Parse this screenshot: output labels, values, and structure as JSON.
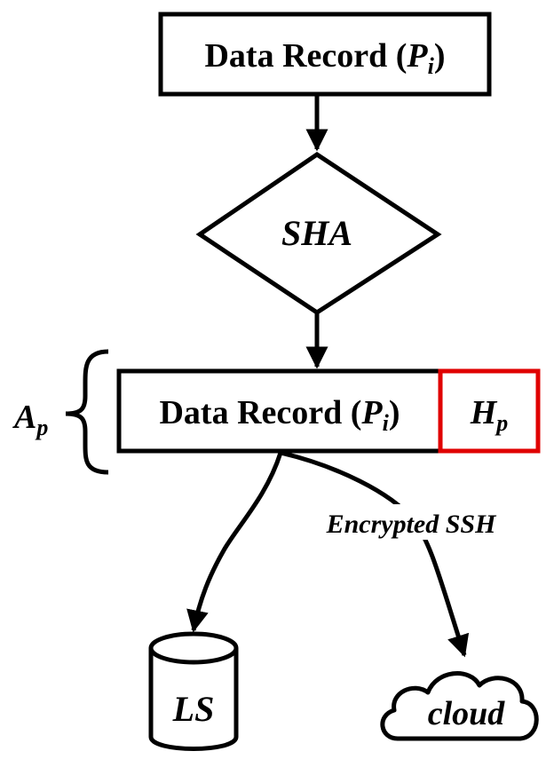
{
  "top_box": {
    "text": "Data Record (",
    "var": "P",
    "sub": "i",
    "close": ")"
  },
  "hash": {
    "label": "SHA"
  },
  "record_box": {
    "text": "Data Record (",
    "var": "P",
    "sub": "i",
    "close": ")"
  },
  "hash_box": {
    "var": "H",
    "sub": "p"
  },
  "brace_label": {
    "var": "A",
    "sub": "p"
  },
  "edge_label": {
    "text": "Encrypted SSH"
  },
  "storage": {
    "label": "LS"
  },
  "cloud": {
    "label": "cloud"
  },
  "colors": {
    "stroke": "#000000",
    "hash_box_border": "#e00000"
  }
}
